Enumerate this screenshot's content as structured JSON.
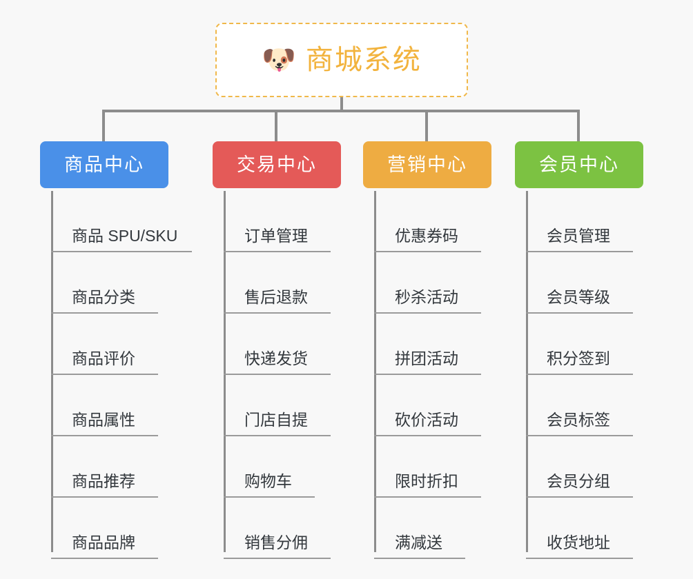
{
  "diagram": {
    "background_color": "#f8f8f8",
    "root": {
      "icon": "shiba-dog-face-icon",
      "icon_glyph": "🐶",
      "title": "商城系统",
      "title_color": "#f2b33d",
      "border_color": "#f0b84a",
      "fill_color": "#ffffff"
    },
    "connector_color": "#8c8c8c",
    "categories": [
      {
        "label": "商品中心",
        "color": "#4a90e8",
        "items": [
          "商品 SPU/SKU",
          "商品分类",
          "商品评价",
          "商品属性",
          "商品推荐",
          "商品品牌"
        ]
      },
      {
        "label": "交易中心",
        "color": "#e45a58",
        "items": [
          "订单管理",
          "售后退款",
          "快递发货",
          "门店自提",
          "购物车",
          "销售分佣"
        ]
      },
      {
        "label": "营销中心",
        "color": "#eeac42",
        "items": [
          "优惠券码",
          "秒杀活动",
          "拼团活动",
          "砍价活动",
          "限时折扣",
          "满减送"
        ]
      },
      {
        "label": "会员中心",
        "color": "#7cc242",
        "items": [
          "会员管理",
          "会员等级",
          "积分签到",
          "会员标签",
          "会员分组",
          "收货地址"
        ]
      }
    ]
  }
}
